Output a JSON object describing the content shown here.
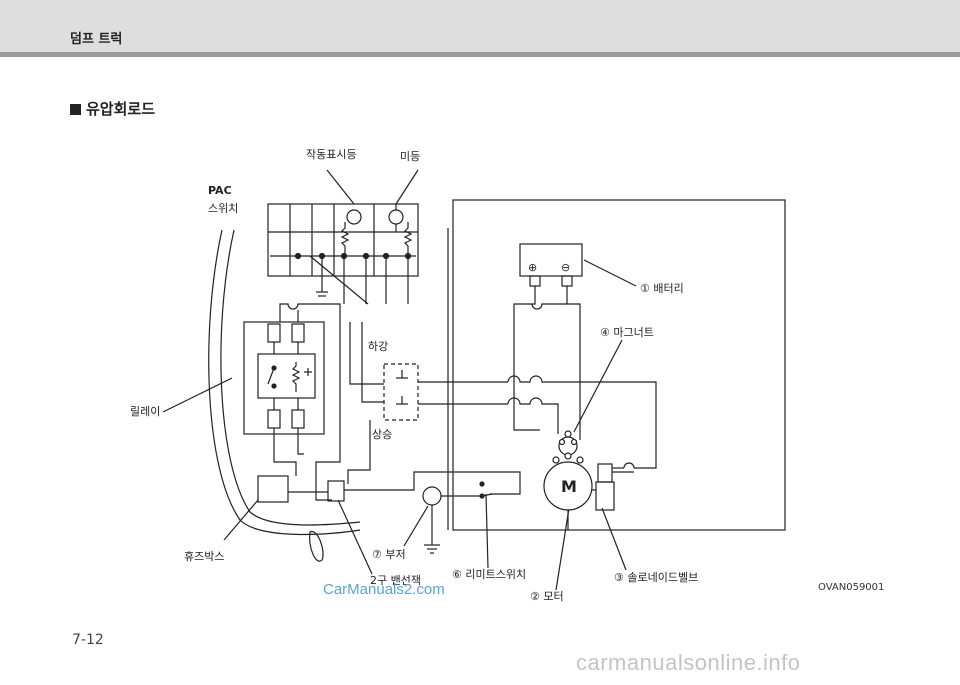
{
  "header": {
    "title": "덤프 트럭"
  },
  "section": {
    "title": "유압회로드"
  },
  "labels": {
    "indicator_lamp": "작동표시등",
    "tail_lamp": "미등",
    "pac_switch_line1": "PAC",
    "pac_switch_line2": "스위치",
    "battery": "① 배터리",
    "magnet": "④ 마그너트",
    "lower": "하강",
    "raise": "상승",
    "relay": "릴레이",
    "fuse_box": "휴즈박스",
    "buzzer": "⑦ 부저",
    "valve_2way": "2구 밴선잭",
    "limit_switch": "⑥ 리미트스위치",
    "motor": "② 모터",
    "solenoid_valve": "③ 솔로네이드벨브",
    "motor_symbol": "M",
    "battery_plus": "⊕",
    "battery_minus": "⊖"
  },
  "figure": {
    "code": "OVAN059001"
  },
  "watermark": "CarManuals2.com",
  "page": {
    "number": "7-12"
  },
  "footer": {
    "site": "carmanualsonline.info"
  }
}
